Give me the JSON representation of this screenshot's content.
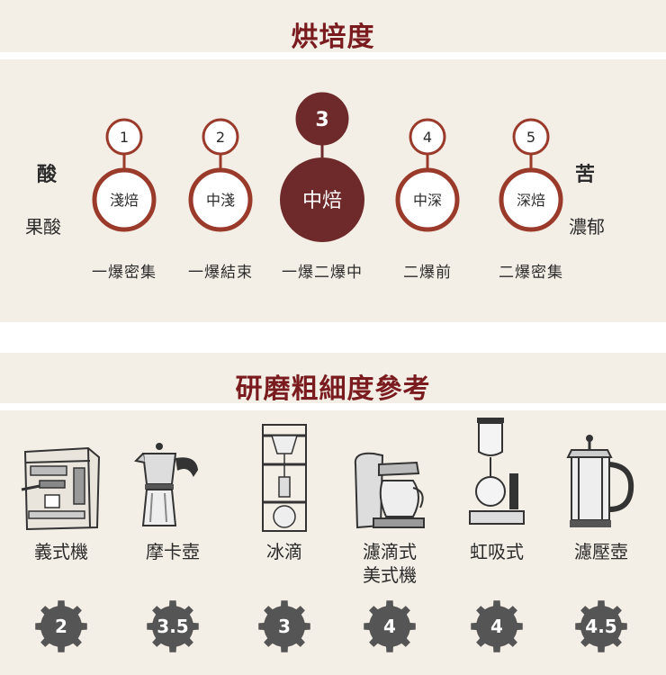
{
  "roast": {
    "title": "烘培度",
    "taste_left_top": "酸",
    "taste_left_bottom": "果酸",
    "taste_right_top": "苦",
    "taste_right_bottom": "濃郁",
    "levels": [
      {
        "number": "1",
        "name": "淺焙",
        "crack": "一爆密集"
      },
      {
        "number": "2",
        "name": "中淺",
        "crack": "一爆結束"
      },
      {
        "number": "3",
        "name": "中焙",
        "crack": "一爆二爆中",
        "highlight": true
      },
      {
        "number": "4",
        "name": "中深",
        "crack": "二爆前"
      },
      {
        "number": "5",
        "name": "深焙",
        "crack": "二爆密集"
      }
    ]
  },
  "grind": {
    "title": "研磨粗細度參考",
    "methods": [
      {
        "name": "義式機",
        "icon": "espresso-machine-icon",
        "value": "2"
      },
      {
        "name": "摩卡壺",
        "icon": "moka-pot-icon",
        "value": "3.5"
      },
      {
        "name": "冰滴",
        "icon": "cold-drip-tower-icon",
        "value": "3"
      },
      {
        "name": "濾滴式\n美式機",
        "icon": "drip-coffee-maker-icon",
        "value": "4"
      },
      {
        "name": "虹吸式",
        "icon": "siphon-brewer-icon",
        "value": "4"
      },
      {
        "name": "濾壓壺",
        "icon": "french-press-icon",
        "value": "4.5"
      }
    ]
  },
  "colors": {
    "accent": "#7a1c1f",
    "highlight": "#6e2a2a",
    "ring": "#9a3a2b",
    "gear": "#555555",
    "panel": "#f4efe6"
  }
}
